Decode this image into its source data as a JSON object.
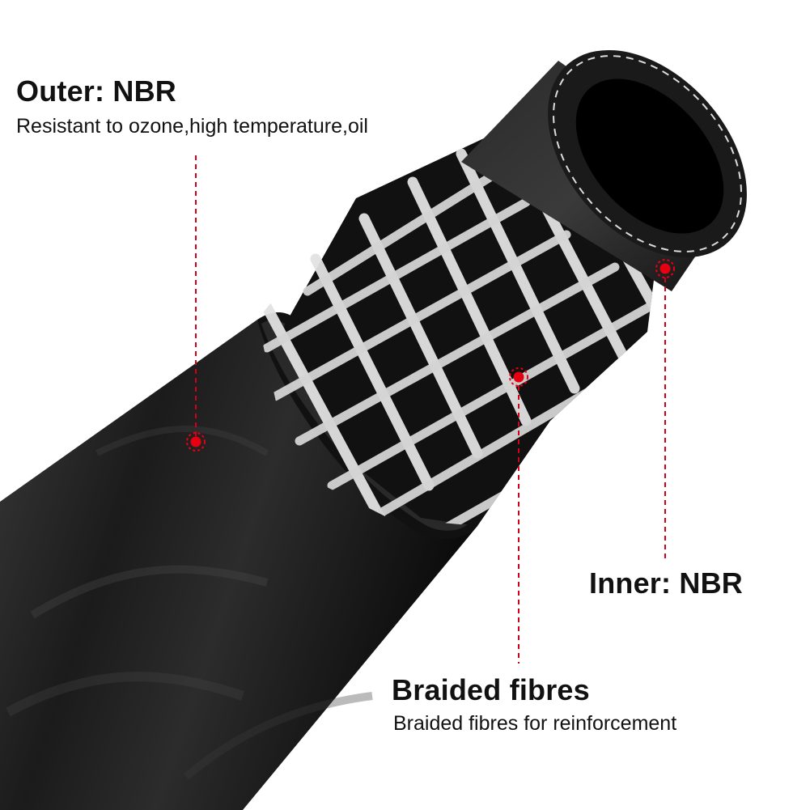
{
  "callouts": {
    "outer": {
      "title": "Outer: NBR",
      "description": "Resistant to ozone,high temperature,oil"
    },
    "inner": {
      "title": "Inner: NBR"
    },
    "braid": {
      "title": "Braided fibres",
      "description": "Braided fibres for reinforcement"
    }
  },
  "colors": {
    "marker": "#e60012",
    "leader": "#d0021b",
    "rubber": "#1a1a1a",
    "fibre": "#e2e2e2",
    "text": "#111111"
  },
  "icons": {
    "marker": "red-dot-marker-icon"
  }
}
